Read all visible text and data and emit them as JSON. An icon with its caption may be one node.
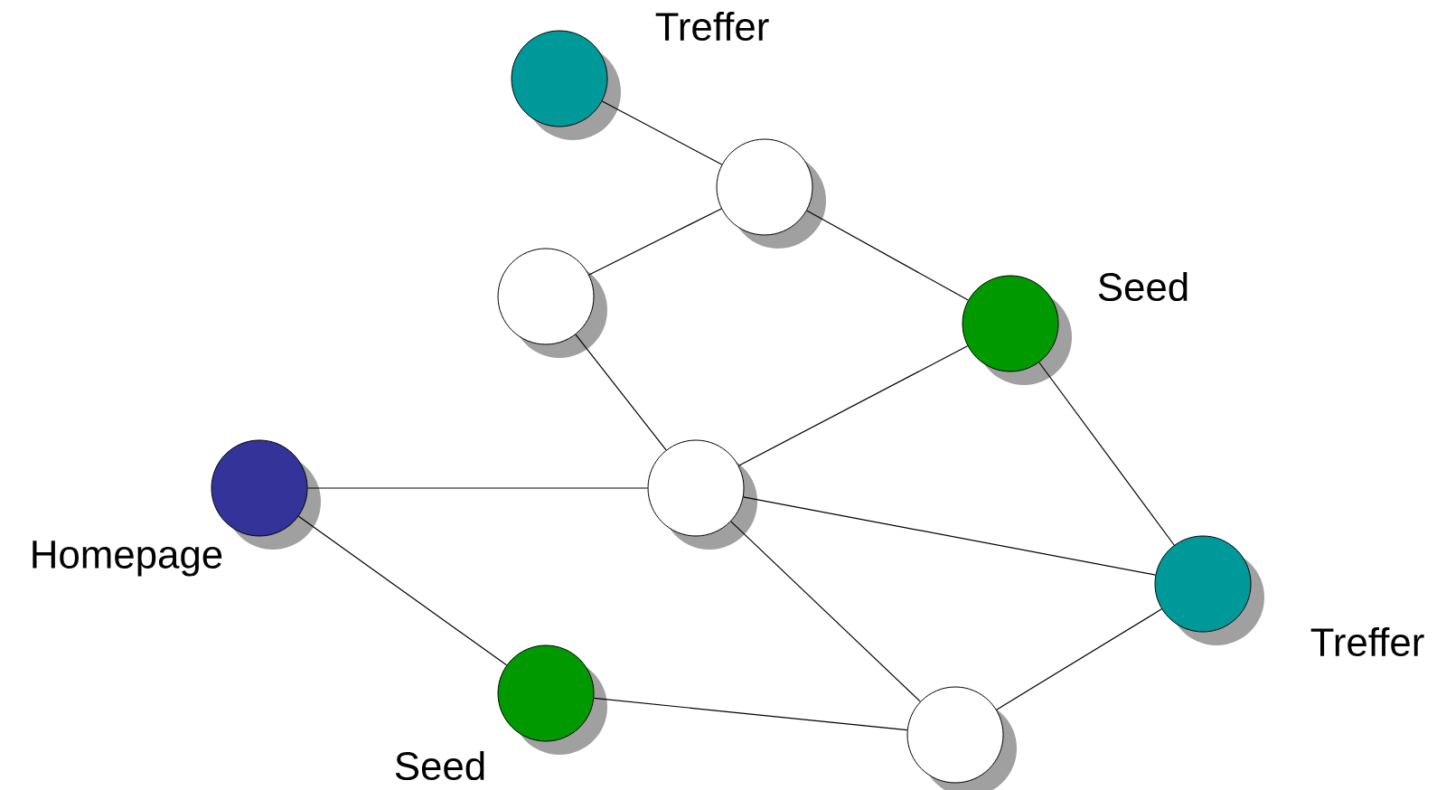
{
  "diagram": {
    "nodes": [
      {
        "text": [],
        "shape": "circle",
        "beside": [
          "Treffer"
        ]
      },
      {
        "text": [],
        "shape": "circle"
      },
      {
        "text": [],
        "shape": "circle"
      },
      {
        "text": [],
        "shape": "circle",
        "beside": [
          "Seed"
        ]
      },
      {
        "text": [],
        "shape": "circle",
        "beside": [
          "Homepage"
        ]
      },
      {
        "text": [],
        "shape": "circle"
      },
      {
        "text": [],
        "shape": "circle",
        "beside": [
          "Treffer"
        ]
      },
      {
        "text": [],
        "shape": "circle",
        "beside": [
          "Seed"
        ]
      },
      {
        "text": [],
        "shape": "circle"
      }
    ],
    "edges": [
      {
        "from": 0,
        "to": 1,
        "arrow": "none"
      },
      {
        "from": 1,
        "to": 2,
        "arrow": "none"
      },
      {
        "from": 1,
        "to": 3,
        "arrow": "none"
      },
      {
        "from": 2,
        "to": 5,
        "arrow": "none"
      },
      {
        "from": 3,
        "to": 5,
        "arrow": "none"
      },
      {
        "from": 3,
        "to": 6,
        "arrow": "none"
      },
      {
        "from": 4,
        "to": 5,
        "arrow": "none"
      },
      {
        "from": 4,
        "to": 7,
        "arrow": "none"
      },
      {
        "from": 5,
        "to": 6,
        "arrow": "none"
      },
      {
        "from": 5,
        "to": 8,
        "arrow": "none"
      },
      {
        "from": 7,
        "to": 8,
        "arrow": "none"
      },
      {
        "from": 6,
        "to": 8,
        "arrow": "none"
      }
    ]
  }
}
